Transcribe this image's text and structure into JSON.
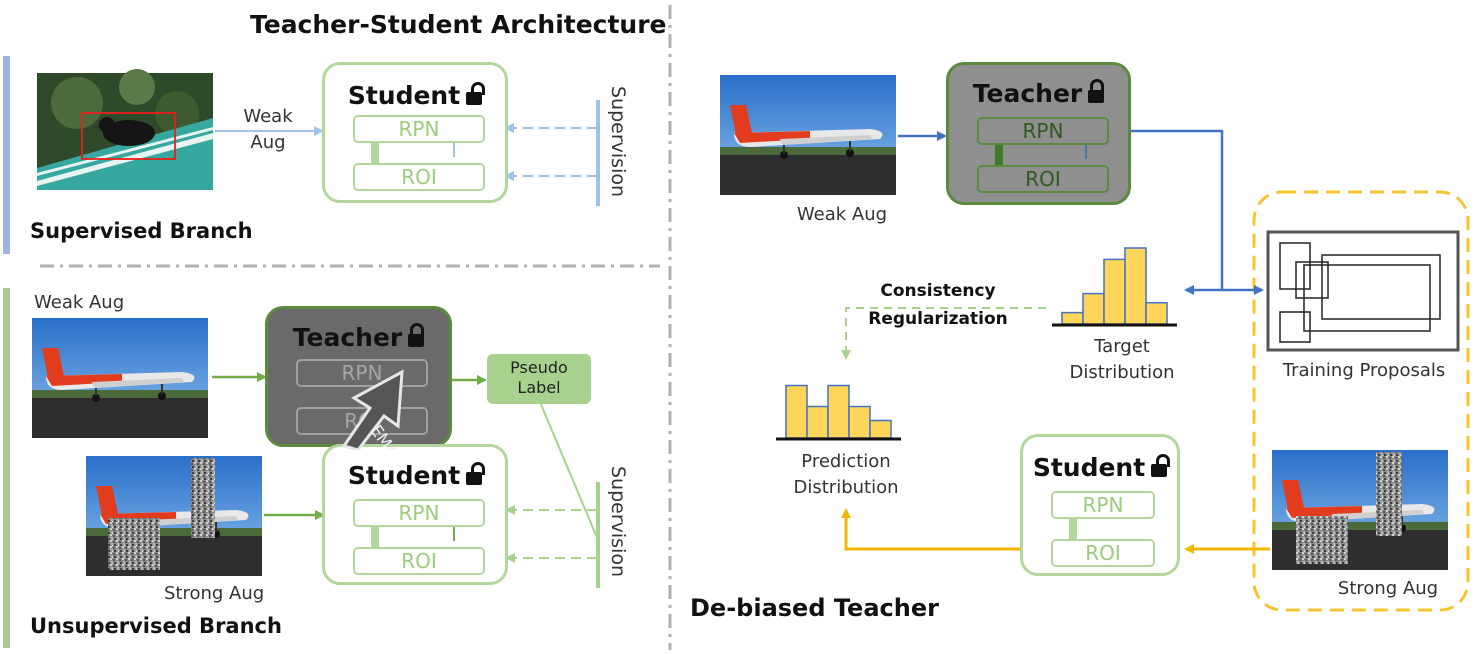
{
  "left_panel": {
    "title": "Teacher-Student Architecture",
    "supervised": {
      "branch_label": "Supervised Branch",
      "aug_label_line1": "Weak",
      "aug_label_line2": "Aug",
      "student": {
        "title": "Student",
        "rpn": "RPN",
        "roi": "ROI"
      },
      "supervision": "Supervision"
    },
    "unsupervised": {
      "branch_label": "Unsupervised Branch",
      "weak_aug": "Weak Aug",
      "strong_aug": "Strong Aug",
      "teacher": {
        "title": "Teacher",
        "rpn": "RPN",
        "roi": "ROI"
      },
      "ema": "EMA",
      "pseudo_line1": "Pseudo",
      "pseudo_line2": "Label",
      "student": {
        "title": "Student",
        "rpn": "RPN",
        "roi": "ROI"
      },
      "supervision": "Supervision"
    }
  },
  "right_panel": {
    "title": "De-biased Teacher",
    "teacher": {
      "title": "Teacher",
      "rpn": "RPN",
      "roi": "ROI"
    },
    "weak_aug": "Weak Aug",
    "consistency_line1": "Consistency",
    "consistency_line2": "Regularization",
    "target_line1": "Target",
    "target_line2": "Distribution",
    "prediction_line1": "Prediction",
    "prediction_line2": "Distribution",
    "training_proposals": "Training Proposals",
    "student": {
      "title": "Student",
      "rpn": "RPN",
      "roi": "ROI"
    },
    "strong_aug": "Strong Aug",
    "target_histogram": [
      0.15,
      0.4,
      0.85,
      1.0,
      0.28
    ],
    "prediction_histogram": [
      0.75,
      0.45,
      0.75,
      0.45,
      0.25
    ]
  },
  "colors": {
    "green_light": "#b3d79a",
    "green_dark": "#5a8a3c",
    "blue_arrow": "#4472c4",
    "blue_light": "#9dc3e6",
    "yellow": "#f4c430",
    "orange_arrow": "#f2b705",
    "gray_divider": "#b0b0b0"
  }
}
